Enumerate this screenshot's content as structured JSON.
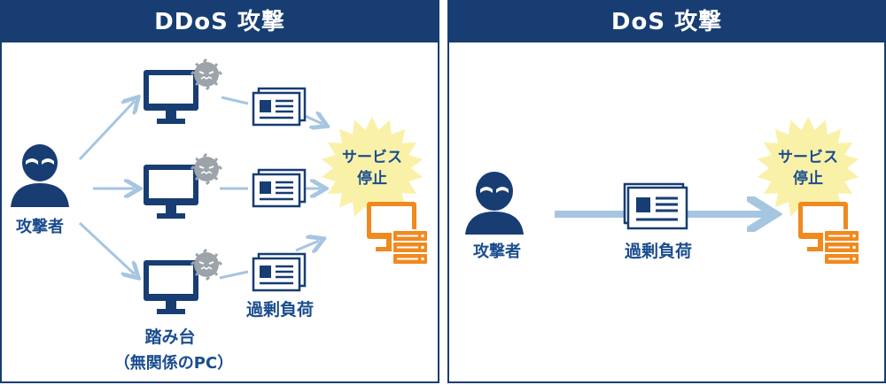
{
  "panels": {
    "ddos": {
      "title": "DDoS 攻撃",
      "attacker_label": "攻撃者",
      "relay_label": "踏み台",
      "relay_sublabel": "（無関係のPC）",
      "overload_label": "過剰負荷",
      "service_stop_line1": "サービス",
      "service_stop_line2": "停止"
    },
    "dos": {
      "title": "DoS 攻撃",
      "attacker_label": "攻撃者",
      "overload_label": "過剰負荷",
      "service_stop_line1": "サービス",
      "service_stop_line2": "停止"
    }
  },
  "colors": {
    "navy": "#173d73",
    "arrow": "#a6c5e1",
    "server": "#ef8a1f",
    "burst": "#faf1a8",
    "virus": "#9da3aa"
  }
}
